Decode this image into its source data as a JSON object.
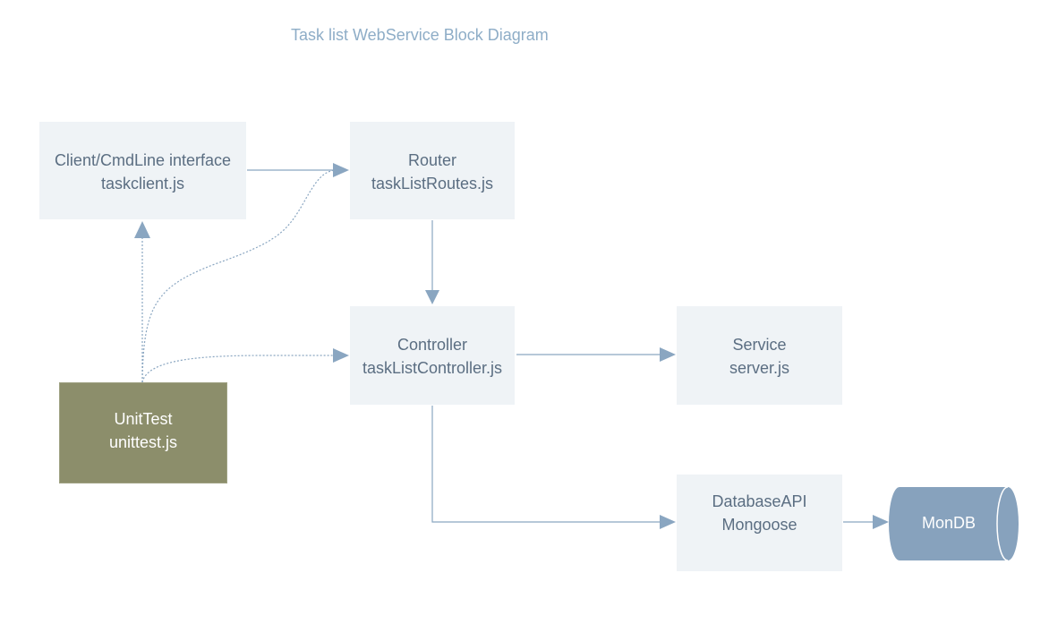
{
  "diagram": {
    "title": "Task list WebService Block Diagram",
    "nodes": {
      "client": {
        "line1": "Client/CmdLine interface",
        "line2": "taskclient.js"
      },
      "router": {
        "line1": "Router",
        "line2": "taskListRoutes.js"
      },
      "controller": {
        "line1": "Controller",
        "line2": "taskListController.js"
      },
      "service": {
        "line1": "Service",
        "line2": "server.js"
      },
      "database_api": {
        "line1": "DatabaseAPI",
        "line2": "Mongoose"
      },
      "unittest": {
        "line1": "UnitTest",
        "line2": "unittest.js"
      },
      "database": {
        "label": "MonDB"
      }
    },
    "edges": [
      {
        "from": "client",
        "to": "router",
        "style": "solid"
      },
      {
        "from": "router",
        "to": "controller",
        "style": "solid"
      },
      {
        "from": "controller",
        "to": "service",
        "style": "solid"
      },
      {
        "from": "controller",
        "to": "database_api",
        "style": "solid"
      },
      {
        "from": "database_api",
        "to": "database",
        "style": "solid"
      },
      {
        "from": "unittest",
        "to": "client",
        "style": "dotted"
      },
      {
        "from": "unittest",
        "to": "router",
        "style": "dotted"
      },
      {
        "from": "unittest",
        "to": "controller",
        "style": "dotted"
      }
    ],
    "colors": {
      "title": "#8eadc7",
      "box_fill": "#eff3f6",
      "box_text": "#5b6e82",
      "connector": "#8aa6c1",
      "unittest_fill": "#8c8e6b",
      "database_fill": "#87a2bd"
    }
  }
}
